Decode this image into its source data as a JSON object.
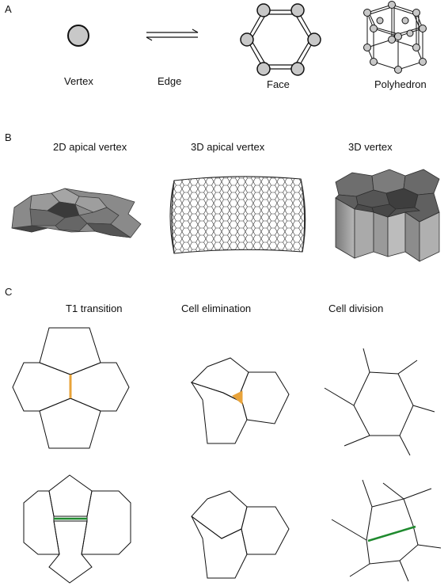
{
  "panels": {
    "a": {
      "letter": "A",
      "labels": {
        "vertex": "Vertex",
        "edge": "Edge",
        "face": "Face",
        "polyhedron": "Polyhedron"
      }
    },
    "b": {
      "letter": "B",
      "labels": {
        "apical_2d": "2D apical vertex",
        "apical_3d": "3D apical vertex",
        "vertex_3d": "3D vertex"
      }
    },
    "c": {
      "letter": "C",
      "labels": {
        "t1": "T1 transition",
        "elimination": "Cell elimination",
        "division": "Cell division"
      }
    }
  },
  "colors": {
    "vertex_fill": "#c8c8c8",
    "highlight_orange": "#e8a33a",
    "highlight_green": "#1f8a2e",
    "tissue_dark": "#555555",
    "tissue_mid": "#8a8a8a"
  }
}
